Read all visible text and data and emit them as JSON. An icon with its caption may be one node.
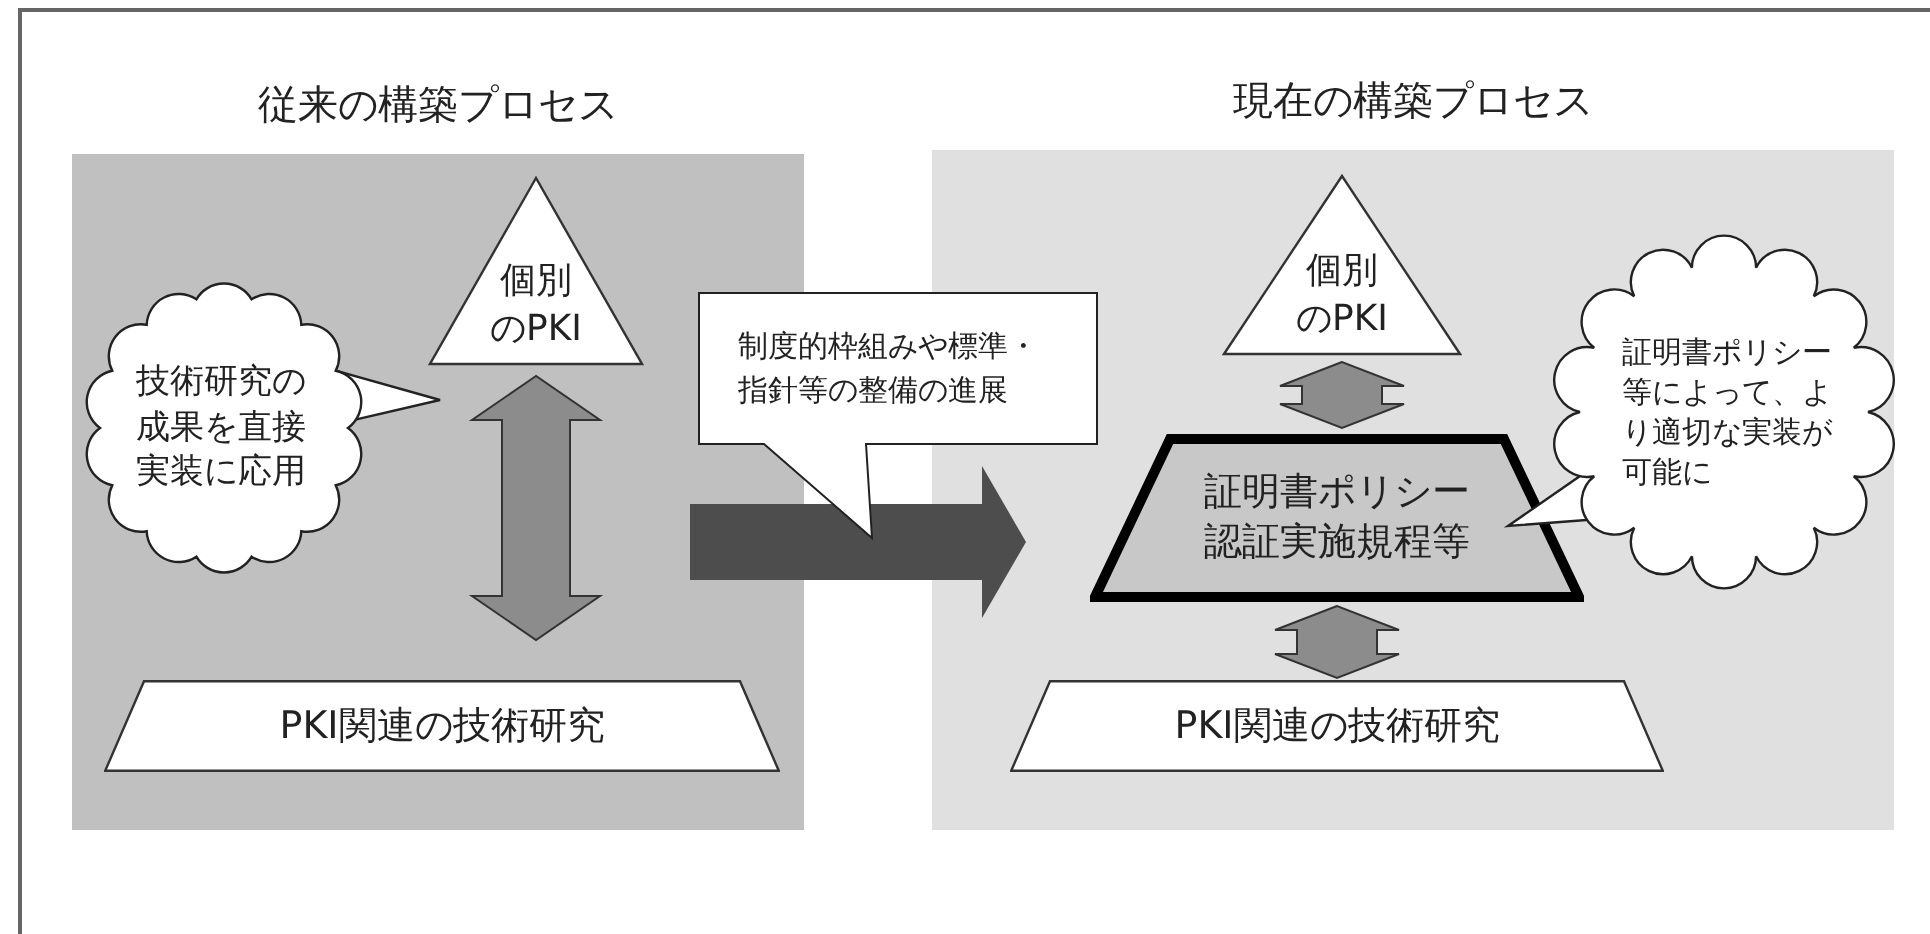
{
  "diagram": {
    "nodes": [
      {
        "text": [
          "従来の構築プロセス"
        ]
      },
      {
        "text": [
          "技術研究の成果を直接実装に応用"
        ],
        "in": 0
      },
      {
        "text": [
          "個別のPKI"
        ],
        "in": 0
      },
      {
        "text": [
          "PKI関連の技術研究"
        ],
        "in": 0
      },
      {
        "text": [
          "現在の構築プロセス"
        ]
      },
      {
        "text": [
          "個別のPKI"
        ],
        "in": 4
      },
      {
        "text": [
          "証明書ポリシー認証実施規程等"
        ],
        "in": 4
      },
      {
        "text": [
          "PKI関連の技術研究"
        ],
        "in": 4
      },
      {
        "text": [
          "証明書ポリシー等によって、より適切な実装が可能に"
        ],
        "in": 4
      },
      {
        "text": [
          "制度的枠組みや標準・指針等の整備の進展"
        ]
      }
    ],
    "edges": [
      {
        "from": 2,
        "to": 3,
        "arrow": "both"
      },
      {
        "from": 0,
        "to": 4,
        "arrow": "to",
        "color": "#4d4d4d"
      },
      {
        "from": 5,
        "to": 6,
        "arrow": "both"
      },
      {
        "from": 6,
        "to": 7,
        "arrow": "both"
      }
    ]
  }
}
